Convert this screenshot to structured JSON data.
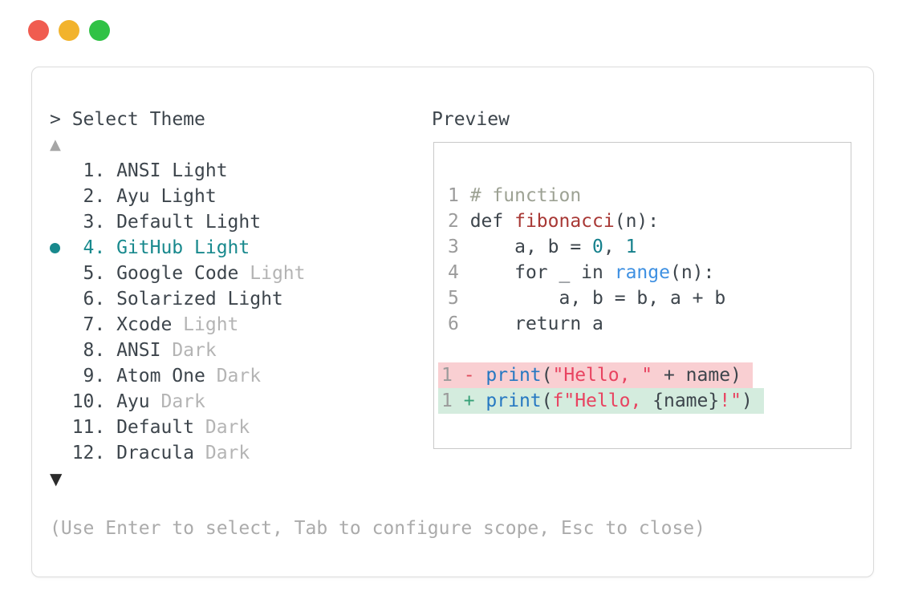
{
  "window": {
    "traffic_lights": [
      {
        "name": "close",
        "color_key": "light_red"
      },
      {
        "name": "minimize",
        "color_key": "light_yellow"
      },
      {
        "name": "zoom",
        "color_key": "light_green"
      }
    ]
  },
  "prompt": {
    "text": "> Select Theme"
  },
  "scroll": {
    "up_icon": "▲",
    "down_icon": "▼"
  },
  "themes": [
    {
      "num": "1",
      "name": "ANSI Light",
      "muted": "",
      "selected": false
    },
    {
      "num": "2",
      "name": "Ayu Light",
      "muted": "",
      "selected": false
    },
    {
      "num": "3",
      "name": "Default Light",
      "muted": "",
      "selected": false
    },
    {
      "num": "4",
      "name": "GitHub Light",
      "muted": "",
      "selected": true
    },
    {
      "num": "5",
      "name": "Google Code",
      "muted": "Light",
      "selected": false
    },
    {
      "num": "6",
      "name": "Solarized Light",
      "muted": "",
      "selected": false
    },
    {
      "num": "7",
      "name": "Xcode",
      "muted": "Light",
      "selected": false
    },
    {
      "num": "8",
      "name": "ANSI",
      "muted": "Dark",
      "selected": false
    },
    {
      "num": "9",
      "name": "Atom One",
      "muted": "Dark",
      "selected": false
    },
    {
      "num": "10",
      "name": "Ayu",
      "muted": "Dark",
      "selected": false
    },
    {
      "num": "11",
      "name": "Default",
      "muted": "Dark",
      "selected": false
    },
    {
      "num": "12",
      "name": "Dracula",
      "muted": "Dark",
      "selected": false
    }
  ],
  "preview": {
    "label": "Preview",
    "code_lines": [
      {
        "num": "1",
        "diff": "",
        "segments": [
          {
            "text": "# function",
            "color": "comment"
          }
        ]
      },
      {
        "num": "2",
        "diff": "",
        "segments": [
          {
            "text": "def ",
            "color": "text_dark"
          },
          {
            "text": "fibonacci",
            "color": "func_red"
          },
          {
            "text": "(n):",
            "color": "text_dark"
          }
        ]
      },
      {
        "num": "3",
        "diff": "",
        "segments": [
          {
            "text": "    a, b = ",
            "color": "text_dark"
          },
          {
            "text": "0",
            "color": "number_teal"
          },
          {
            "text": ", ",
            "color": "text_dark"
          },
          {
            "text": "1",
            "color": "number_teal"
          }
        ]
      },
      {
        "num": "4",
        "diff": "",
        "segments": [
          {
            "text": "    for _ in ",
            "color": "text_dark"
          },
          {
            "text": "range",
            "color": "blue_range"
          },
          {
            "text": "(n):",
            "color": "text_dark"
          }
        ]
      },
      {
        "num": "5",
        "diff": "",
        "segments": [
          {
            "text": "        a, b = b, a + b",
            "color": "text_dark"
          }
        ]
      },
      {
        "num": "6",
        "diff": "",
        "segments": [
          {
            "text": "    return a",
            "color": "text_dark"
          }
        ]
      },
      {
        "num": "",
        "diff": "",
        "segments": []
      },
      {
        "num": "1",
        "diff": "removed",
        "segments": [
          {
            "text": "- ",
            "color": "diff_minus"
          },
          {
            "text": "print",
            "color": "blue_print"
          },
          {
            "text": "(",
            "color": "text_dark"
          },
          {
            "text": "\"Hello, \"",
            "color": "string_red"
          },
          {
            "text": " + name)",
            "color": "text_dark"
          }
        ]
      },
      {
        "num": "1",
        "diff": "added",
        "segments": [
          {
            "text": "+ ",
            "color": "diff_plus"
          },
          {
            "text": "print",
            "color": "blue_print"
          },
          {
            "text": "(",
            "color": "text_dark"
          },
          {
            "text": "f\"Hello, ",
            "color": "string_red"
          },
          {
            "text": "{name}",
            "color": "text_dark"
          },
          {
            "text": "!\"",
            "color": "string_red"
          },
          {
            "text": ")",
            "color": "text_dark"
          }
        ]
      }
    ]
  },
  "footer": {
    "hint": "(Use Enter to select, Tab to configure scope, Esc to close)"
  },
  "colors": {
    "text_dark": "#3d454c",
    "text_muted": "#b4b4b4",
    "accent_teal": "#18898d",
    "line_number": "#9b9b9b",
    "comment": "#9da294",
    "func_red": "#a83835",
    "number_teal": "#15808c",
    "blue_print": "#2678c2",
    "blue_range": "#3e90e2",
    "diff_minus": "#df4d5d",
    "diff_plus": "#36a077",
    "string_red": "#e84360",
    "removed_bg": "#f9cfd2",
    "added_bg": "#d4ecde",
    "footer_gray": "#ababab",
    "arrow_up": "#a6a6a6",
    "arrow_down": "#2b2b2b",
    "window_border": "#dbdbdb",
    "preview_border": "#c9c9c9",
    "light_red": "#f05c50",
    "light_yellow": "#f2b32c",
    "light_green": "#30c245"
  }
}
